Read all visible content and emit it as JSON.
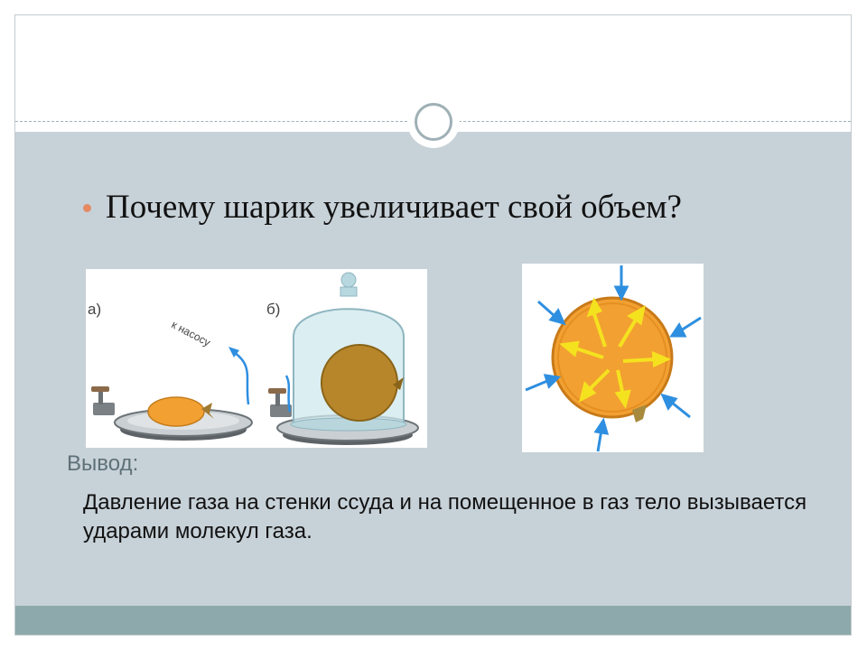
{
  "slide": {
    "question": "Почему шарик увеличивает свой объем?",
    "conclusion_label": "Вывод:",
    "conclusion_text": "Давление газа на стенки ссуда и на помещенное в газ тело вызывается ударами молекул газа."
  },
  "figure_left": {
    "label_a": "а)",
    "label_b": "б)",
    "pump_label": "к насосу"
  },
  "colors": {
    "content_bg": "#c7d1d8",
    "footer_bg": "#8ea9ab",
    "bullet": "#e58a62",
    "conclusion_label": "#5f7178",
    "balloon_orange": "#f2a032",
    "balloon_brown": "#b8862a",
    "arrow_blue": "#2e8fe0",
    "arrow_yellow": "#f5e21f"
  }
}
